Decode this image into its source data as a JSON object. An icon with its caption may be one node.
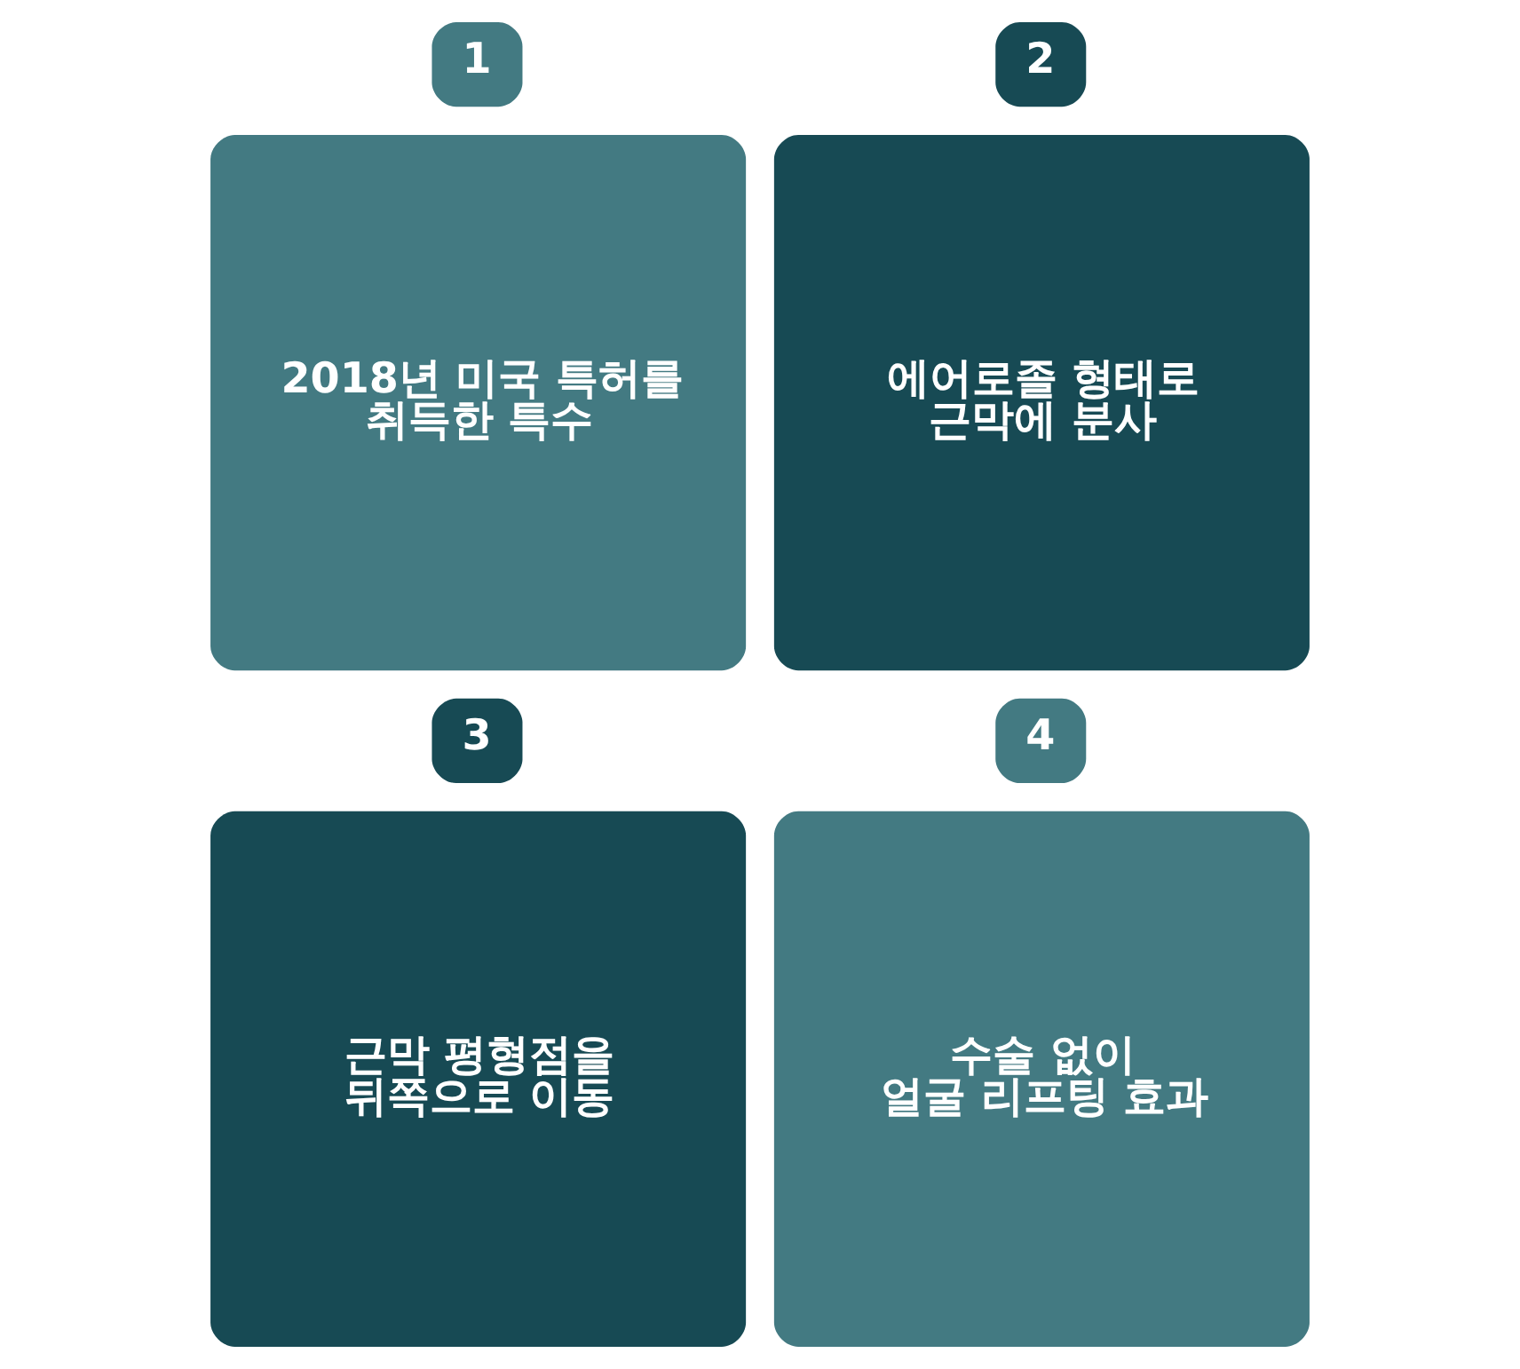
{
  "diagram": {
    "nodes": [
      {
        "text": [
          "1"
        ]
      },
      {
        "text": [
          "2"
        ]
      },
      {
        "text": [
          "2018년 미국 특허를 취득한 특수"
        ]
      },
      {
        "text": [
          "에어로졸 형태로 근막에 분사"
        ]
      },
      {
        "text": [
          "3"
        ]
      },
      {
        "text": [
          "4"
        ]
      },
      {
        "text": [
          "근막 평형점을 뒤쪽으로 이동"
        ]
      },
      {
        "text": [
          "수술 없이 얼굴 리프팅 효과"
        ]
      }
    ]
  }
}
